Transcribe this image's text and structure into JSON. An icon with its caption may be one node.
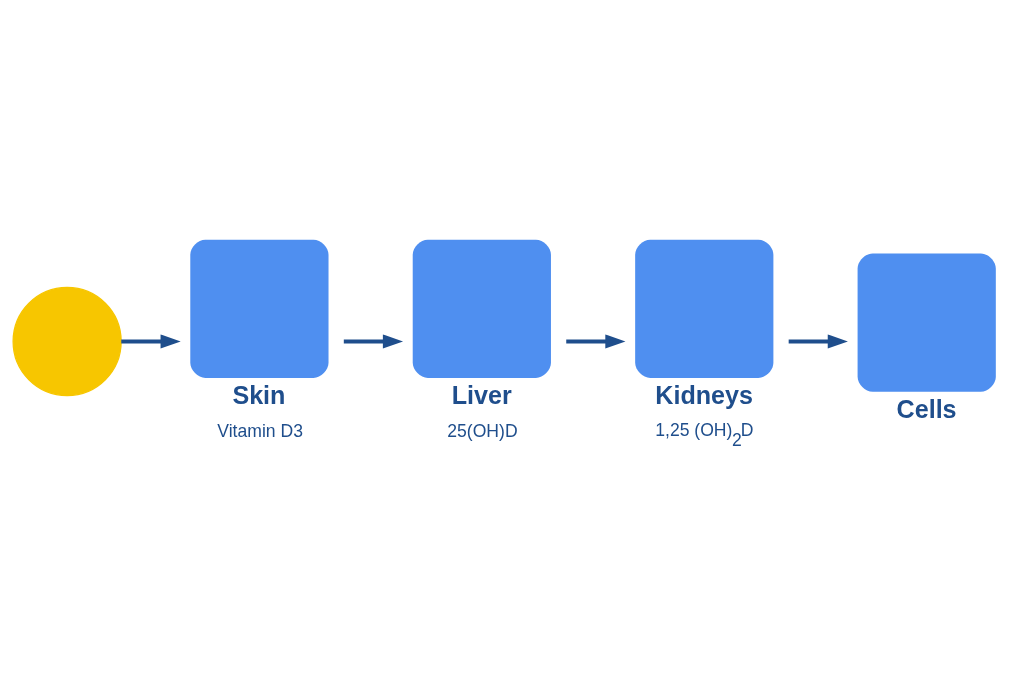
{
  "diagram": {
    "nodes": [
      {
        "text": [],
        "shape": "circle"
      },
      {
        "text": [
          "Skin",
          "Vitamin D3"
        ]
      },
      {
        "text": [
          "Liver",
          "25(OH)D"
        ]
      },
      {
        "text": [
          "Kidneys",
          "1,25 (OH)$_{2}$D"
        ]
      },
      {
        "text": [
          "Cells"
        ]
      }
    ],
    "edges": [
      {
        "from": 0,
        "to": 1,
        "arrow": "to"
      },
      {
        "from": 1,
        "to": 2,
        "arrow": "to"
      },
      {
        "from": 2,
        "to": 3,
        "arrow": "to"
      },
      {
        "from": 3,
        "to": 4,
        "arrow": "to"
      }
    ]
  }
}
